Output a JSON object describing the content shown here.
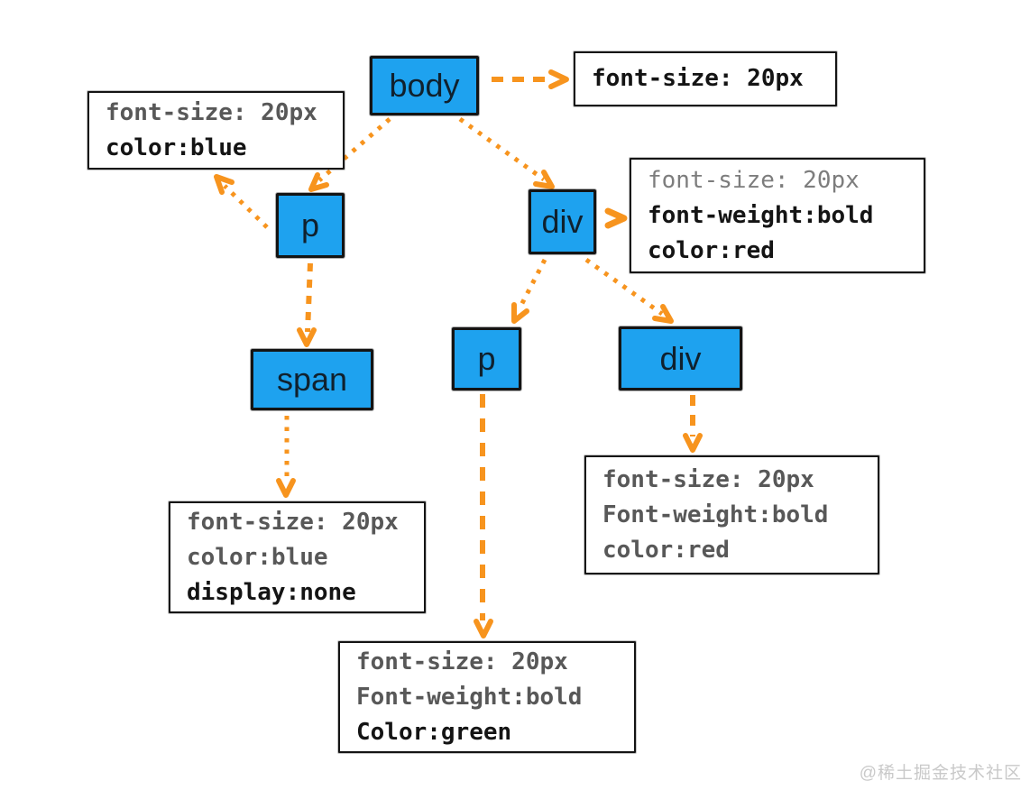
{
  "colors": {
    "node_fill": "#1ea2ef",
    "arrow": "#f7941e",
    "border": "#141414",
    "muted_text": "#585858",
    "light_text": "#7d7d7d",
    "strong_text": "#141414"
  },
  "nodes": {
    "root": {
      "label": "body"
    },
    "p1": {
      "label": "p"
    },
    "div1": {
      "label": "div"
    },
    "span1": {
      "label": "span"
    },
    "p2": {
      "label": "p"
    },
    "div2": {
      "label": "div"
    }
  },
  "rules": {
    "tr": {
      "lines": [
        {
          "text": "font-size: 20px",
          "style": "strong"
        }
      ]
    },
    "tl": {
      "lines": [
        {
          "text": "font-size: 20px",
          "style": "muted"
        },
        {
          "text": "color:blue",
          "style": "strong"
        }
      ]
    },
    "r": {
      "lines": [
        {
          "text": "font-size: 20px",
          "style": "light"
        },
        {
          "text": "font-weight:bold",
          "style": "strong"
        },
        {
          "text": "color:red",
          "style": "strong"
        }
      ]
    },
    "bl": {
      "lines": [
        {
          "text": "font-size: 20px",
          "style": "muted"
        },
        {
          "text": "color:blue",
          "style": "muted"
        },
        {
          "text": "display:none",
          "style": "strong"
        }
      ]
    },
    "br": {
      "lines": [
        {
          "text": "font-size: 20px",
          "style": "muted"
        },
        {
          "text": "Font-weight:bold",
          "style": "muted"
        },
        {
          "text": "color:red",
          "style": "muted"
        }
      ]
    },
    "bc": {
      "lines": [
        {
          "text": "font-size: 20px",
          "style": "muted"
        },
        {
          "text": "Font-weight:bold",
          "style": "muted"
        },
        {
          "text": "Color:green",
          "style": "strong"
        }
      ]
    }
  },
  "watermark": "@稀土掘金技术社区"
}
